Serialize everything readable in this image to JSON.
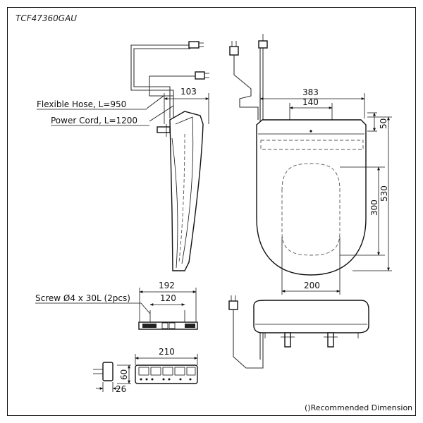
{
  "model": "TCF47360GAU",
  "labels": {
    "flexible_hose": "Flexible Hose, L=950",
    "power_cord": "Power Cord, L=1200",
    "screw": "Screw Ø4 x 30L (2pcs)",
    "note": "()Recommended Dimension"
  },
  "dimensions": {
    "side_depth": "103",
    "top_width": "383",
    "top_hole_spacing": "140",
    "front_offset": "50",
    "bowl_length": "300",
    "total_length": "530",
    "opening_width": "200",
    "remote_holder_width": "192",
    "remote_screw_spacing": "120",
    "remote_width": "210",
    "remote_height": "60",
    "remote_depth": "26"
  }
}
